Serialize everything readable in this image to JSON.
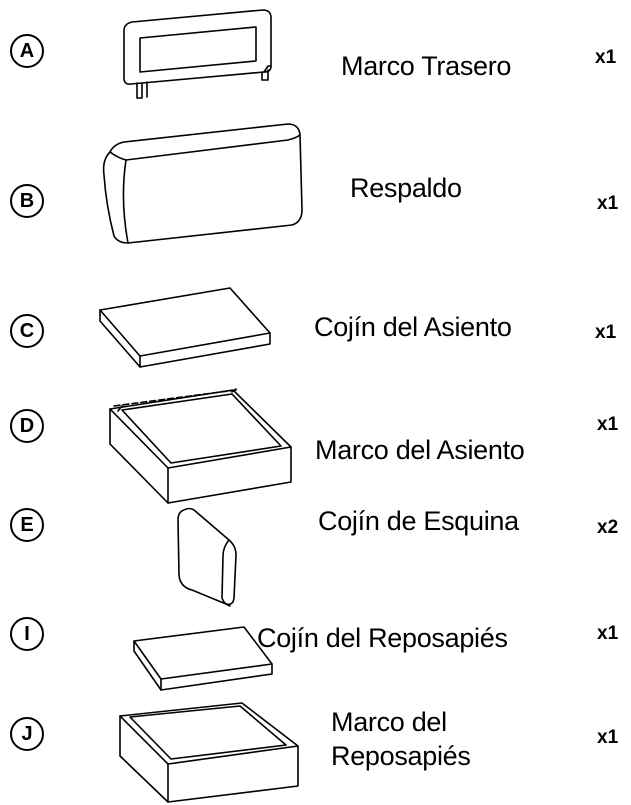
{
  "parts": [
    {
      "letter": "A",
      "name_lines": [
        "Marco Trasero"
      ],
      "qty": "x1",
      "icon": "back-frame-icon"
    },
    {
      "letter": "B",
      "name_lines": [
        "Respaldo"
      ],
      "qty": "x1",
      "icon": "backrest-cushion-icon"
    },
    {
      "letter": "C",
      "name_lines": [
        "Cojín del Asiento"
      ],
      "qty": "x1",
      "icon": "seat-cushion-icon"
    },
    {
      "letter": "D",
      "name_lines": [
        "Marco del Asiento"
      ],
      "qty": "x1",
      "icon": "seat-frame-icon"
    },
    {
      "letter": "E",
      "name_lines": [
        "Cojín de Esquina"
      ],
      "qty": "x2",
      "icon": "corner-cushion-icon"
    },
    {
      "letter": "I",
      "name_lines": [
        "Cojín del Reposapiés"
      ],
      "qty": "x1",
      "icon": "footrest-cushion-icon"
    },
    {
      "letter": "J",
      "name_lines": [
        "Marco del",
        "Reposapiés"
      ],
      "qty": "x1",
      "icon": "footrest-frame-icon"
    }
  ]
}
